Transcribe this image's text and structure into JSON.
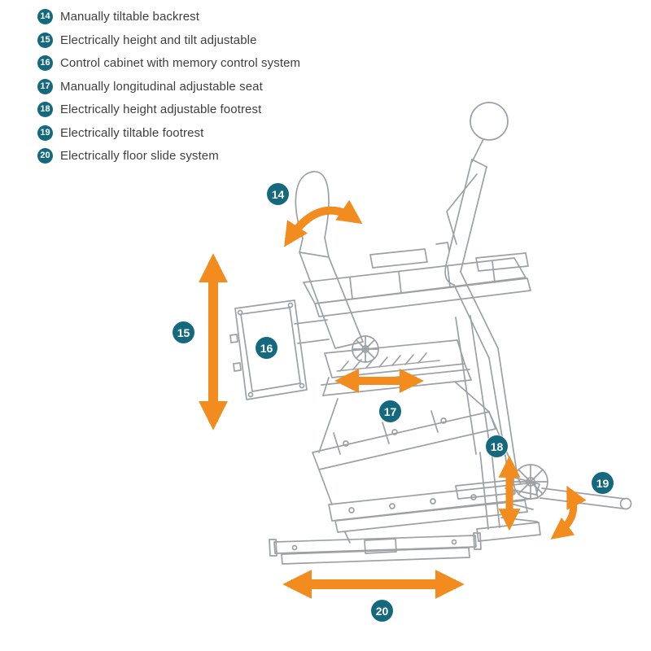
{
  "colors": {
    "badge_teal": "#15697E",
    "arrow_orange": "#F28C1E",
    "line_gray": "#9BA1A4",
    "text_dark": "#3E3E3E"
  },
  "legend": {
    "items": [
      {
        "num": "14",
        "label": "Manually tiltable backrest"
      },
      {
        "num": "15",
        "label": "Electrically height and tilt adjustable"
      },
      {
        "num": "16",
        "label": "Control cabinet with memory control system"
      },
      {
        "num": "17",
        "label": "Manually longitudinal adjustable seat"
      },
      {
        "num": "18",
        "label": "Electrically height adjustable footrest"
      },
      {
        "num": "19",
        "label": "Electrically tiltable footrest"
      },
      {
        "num": "20",
        "label": "Electrically floor slide system"
      }
    ]
  }
}
